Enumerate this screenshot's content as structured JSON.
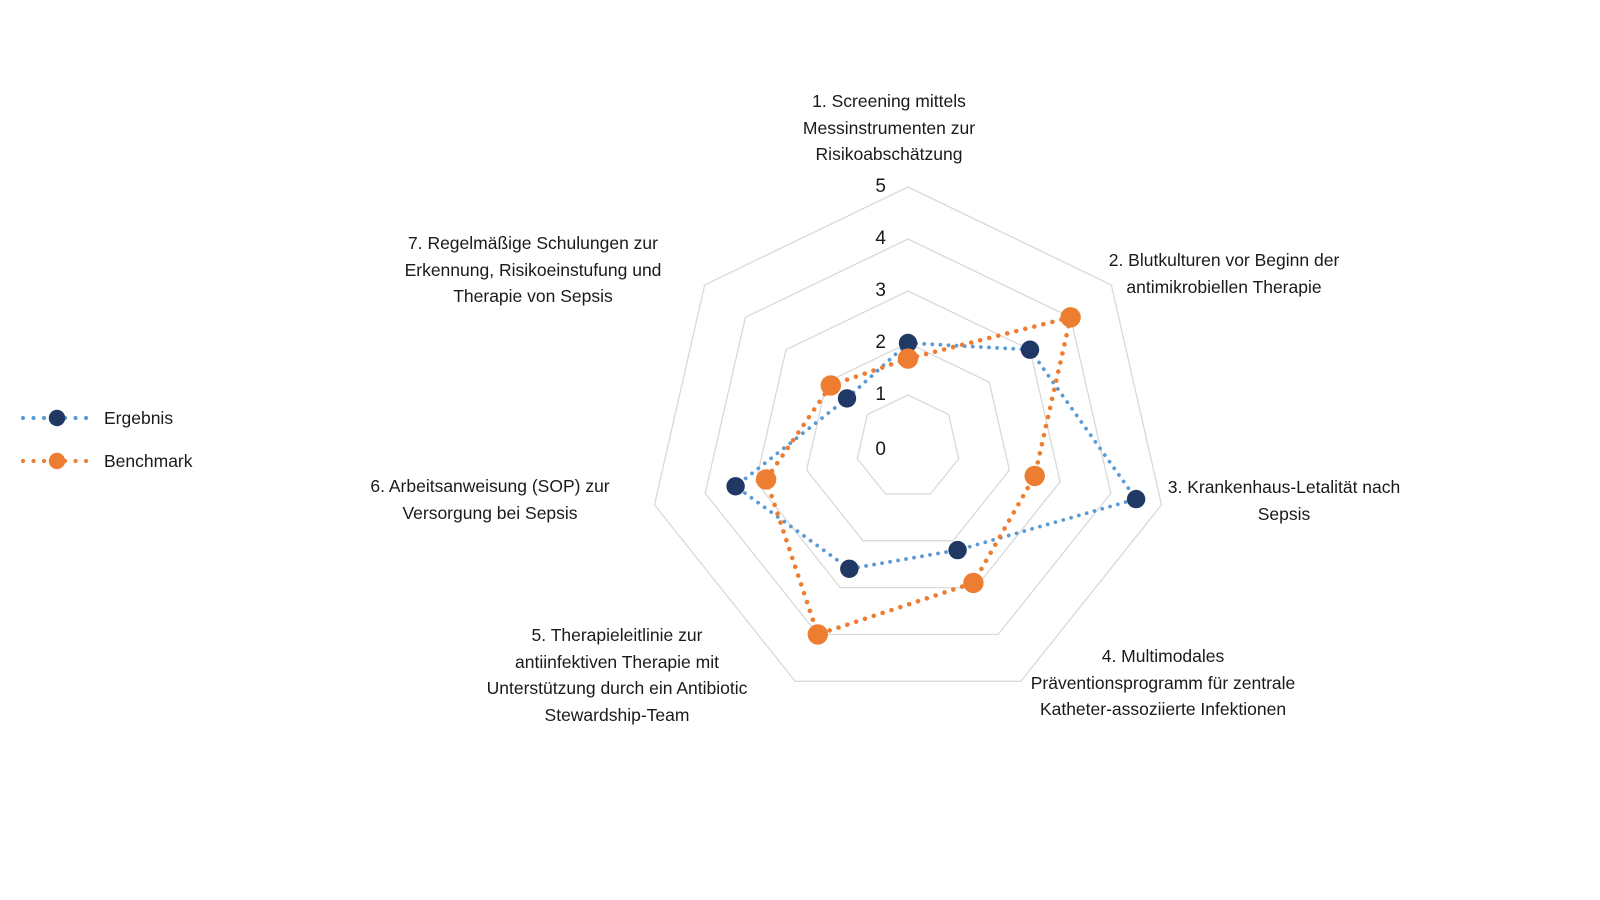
{
  "chart_data": {
    "type": "radar",
    "title": "",
    "axis_range": [
      0,
      5
    ],
    "ticks": [
      "0",
      "1",
      "2",
      "3",
      "4",
      "5"
    ],
    "grid_on": true,
    "grid_color": "#D9D9D9",
    "legend_position": "left",
    "categories": [
      "1. Screening mittels\nMessinstrumenten zur\nRisikoabschätzung",
      "2. Blutkulturen vor Beginn der\nantimikrobiellen Therapie",
      "3. Krankenhaus-Letalität nach\nSepsis",
      "4. Multimodales\nPräventionsprogramm für zentrale\nKatheter-assoziierte Infektionen",
      "5. Therapieleitlinie zur\nantiinfektiven Therapie mit\nUnterstützung durch ein Antibiotic\nStewardship-Team",
      "6. Arbeitsanweisung (SOP) zur\nVersorgung bei Sepsis",
      "7. Regelmäßige Schulungen zur\nErkennung, Risikoeinstufung und\nTherapie von Sepsis"
    ],
    "series": [
      {
        "name": "Ergebnis",
        "values": [
          2.0,
          3.0,
          4.5,
          2.2,
          2.6,
          3.4,
          1.5
        ],
        "line_color": "#5B9BD5",
        "marker_color": "#1F3864",
        "line_style": "dotted"
      },
      {
        "name": "Benchmark",
        "values": [
          1.7,
          4.0,
          2.5,
          2.9,
          4.0,
          2.8,
          1.9
        ],
        "line_color": "#ED7D31",
        "marker_color": "#ED7D31",
        "line_style": "dotted"
      }
    ]
  }
}
